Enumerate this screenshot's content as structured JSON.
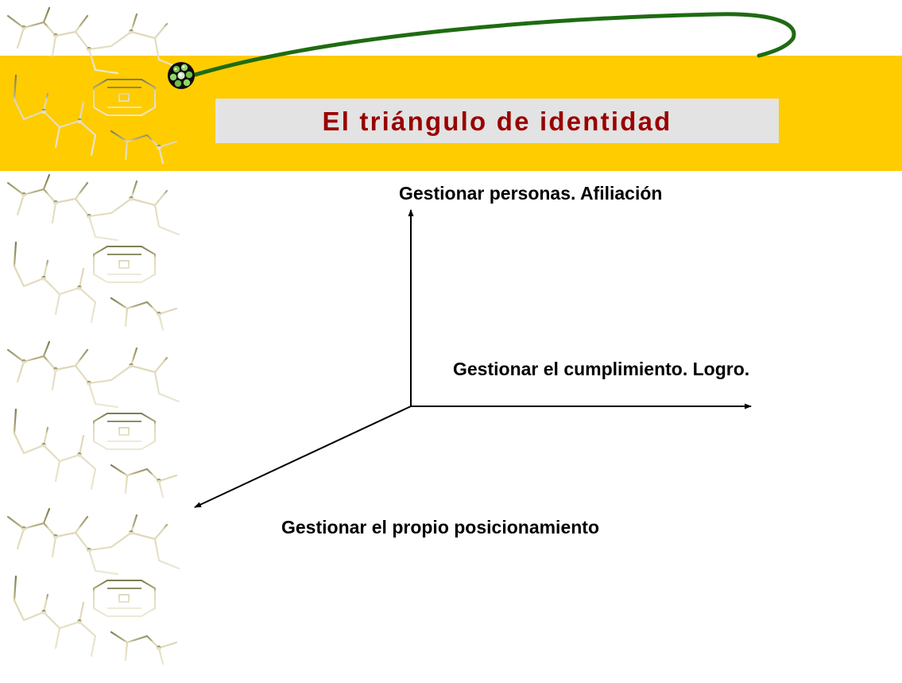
{
  "slide": {
    "title": "El triángulo de identidad"
  },
  "axes": {
    "vertical_label": "Gestionar personas. Afiliación",
    "horizontal_label": "Gestionar el cumplimiento. Logro.",
    "diagonal_label": "Gestionar el propio posicionamiento"
  },
  "colors": {
    "band": "#ffcc00",
    "title_box": "#e3e3e3",
    "title_text": "#990000",
    "swoosh": "#1f6b12",
    "pattern_top": "#8a8a60",
    "pattern_bottom": "#e2dcbf"
  },
  "icons": {
    "logo": "molecule-ball-icon",
    "pattern": "molecule-pattern"
  }
}
